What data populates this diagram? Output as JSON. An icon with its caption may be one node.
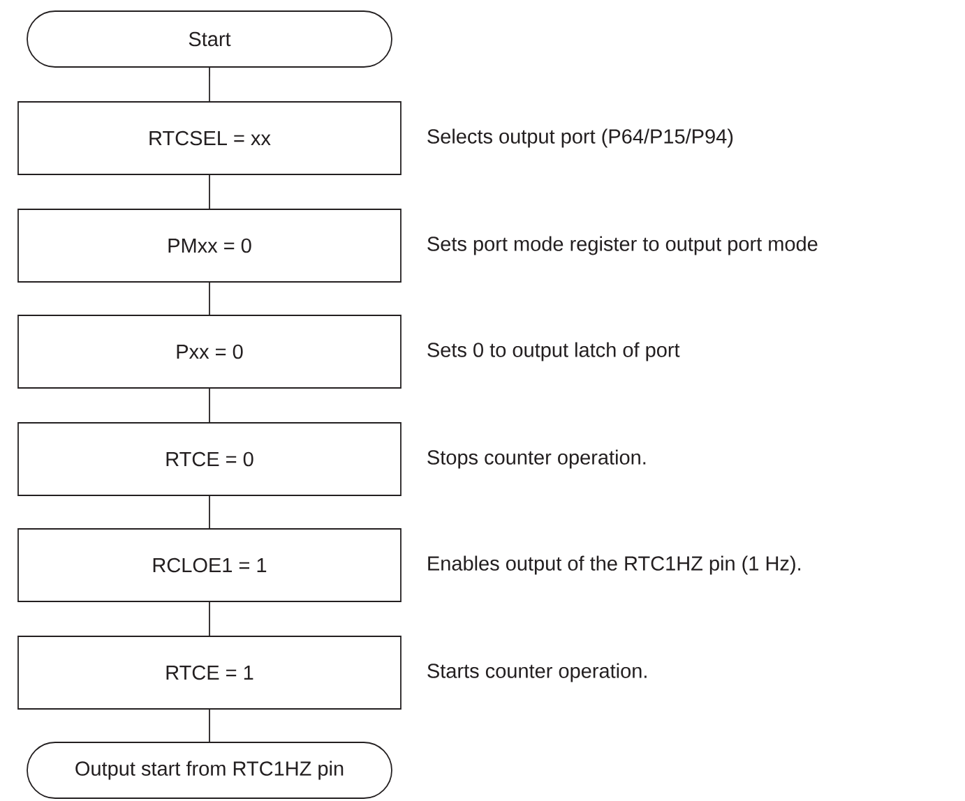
{
  "diagram": {
    "nodes": [
      {
        "text": [
          "Start"
        ]
      },
      {
        "text": [
          "RTCSEL = xx"
        ],
        "beside": [
          "Selects output port (P64/P15/P94)"
        ]
      },
      {
        "text": [
          "PMxx = 0"
        ],
        "beside": [
          "Sets port mode register to output port mode"
        ]
      },
      {
        "text": [
          "Pxx = 0"
        ],
        "beside": [
          "Sets 0 to output latch of port"
        ]
      },
      {
        "text": [
          "RTCE = 0"
        ],
        "beside": [
          "Stops counter operation."
        ]
      },
      {
        "text": [
          "RCLOE1 = 1"
        ],
        "beside": [
          "Enables output of the RTC1HZ pin (1 Hz)."
        ]
      },
      {
        "text": [
          "RTCE = 1"
        ],
        "beside": [
          "Starts counter operation."
        ]
      },
      {
        "text": [
          "Output start from RTC1HZ pin"
        ]
      }
    ],
    "edges": [
      {
        "from": 0,
        "to": 1,
        "arrow": "none"
      },
      {
        "from": 1,
        "to": 2,
        "arrow": "none"
      },
      {
        "from": 2,
        "to": 3,
        "arrow": "none"
      },
      {
        "from": 3,
        "to": 4,
        "arrow": "none"
      },
      {
        "from": 4,
        "to": 5,
        "arrow": "none"
      },
      {
        "from": 5,
        "to": 6,
        "arrow": "none"
      },
      {
        "from": 6,
        "to": 7,
        "arrow": "none"
      }
    ]
  }
}
